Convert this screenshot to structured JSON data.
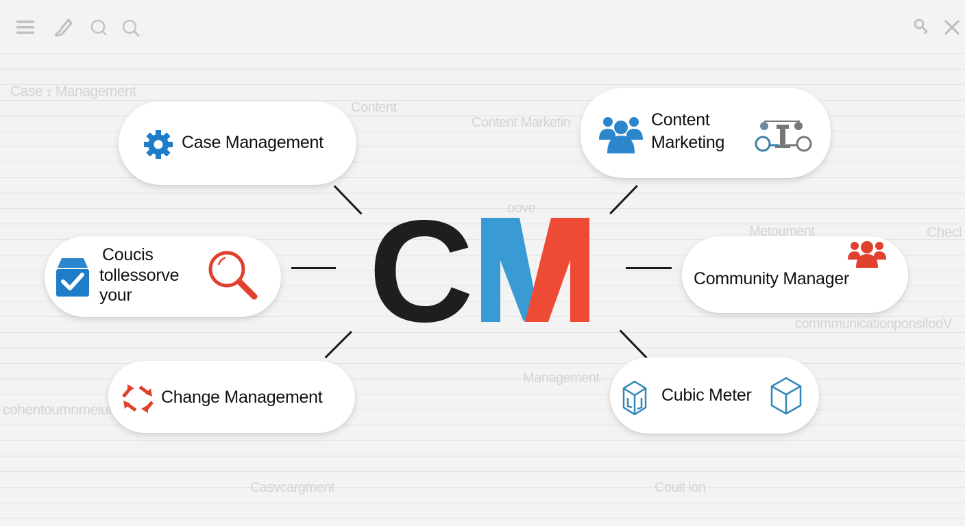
{
  "toolbar": {
    "left_icons": [
      "menu-icon",
      "brush-icon",
      "search-icon",
      "search-icon"
    ],
    "right_icons": [
      "key-search-icon",
      "close-icon"
    ]
  },
  "logo": {
    "letter1": "C",
    "letter2": "M",
    "colors": {
      "c": "#1e1e1e",
      "m_left": "#3a9ad3",
      "m_right": "#ee4b37"
    }
  },
  "background_text": [
    "Case ꭲ Management",
    "Content",
    "Content Marketin",
    "Metoument",
    "Checl",
    "oove",
    "commmunicationponsifooV",
    "cohentoumnmeiun",
    "Management",
    "Casvcargment",
    "Couit ion"
  ],
  "cards": {
    "case": {
      "label": "Case Management",
      "icon": "gear-icon"
    },
    "content": {
      "line1": "Content",
      "line2": "Marketing",
      "icon": "users-icon",
      "icon2": "connector-icon"
    },
    "coucis": {
      "line1": "Coucis",
      "line2": "tollessorve",
      "line3": "your",
      "icon": "checkbox-icon",
      "icon2": "magnifier-icon"
    },
    "community": {
      "label": "Community Manager",
      "icon": "users-icon"
    },
    "change": {
      "label": "Change Management",
      "icon": "refresh-arrows-icon"
    },
    "cubic": {
      "label": "Cubic Meter",
      "icon": "cube-icon"
    }
  },
  "colors": {
    "blue": "#1e7cc8",
    "red": "#e0412f",
    "background": "#f3f3f3"
  }
}
